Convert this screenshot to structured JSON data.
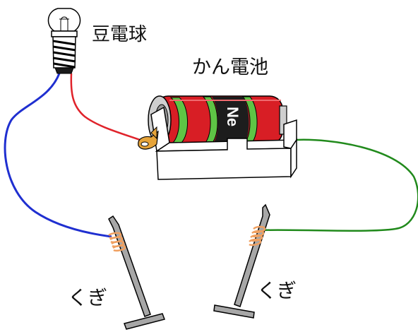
{
  "labels": {
    "bulb": "豆電球",
    "battery": "かん電池",
    "nail_left": "くぎ",
    "nail_right": "くぎ"
  },
  "battery_print": "Ne",
  "colors": {
    "wire_blue": "#1f2fd0",
    "wire_red": "#e0232b",
    "wire_green": "#218a1c",
    "battery_body": "#d81e25",
    "battery_stripe": "#5ec445",
    "battery_dark": "#1d1d1d",
    "nail": "#a7a7a7",
    "coil": "#f0a060",
    "outline": "#000000"
  },
  "icons": [
    "bulb-icon",
    "battery-icon",
    "nail-icon"
  ]
}
